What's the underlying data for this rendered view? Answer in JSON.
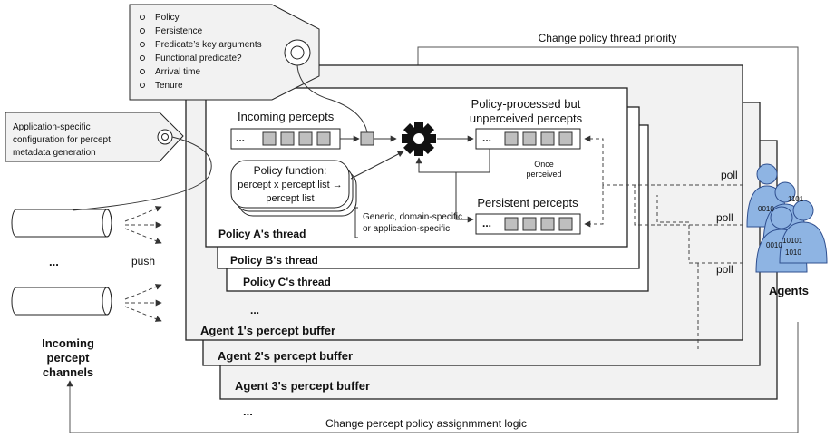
{
  "metadata_tag": {
    "items": [
      "Policy",
      "Persistence",
      "Predicate’s key arguments",
      "Functional predicate?",
      "Arrival time",
      "Tenure"
    ]
  },
  "config_tag": {
    "lines": [
      "Application-specific",
      "configuration for  percept",
      "metadata generation"
    ]
  },
  "top_arrow_label": "Change policy thread priority",
  "bottom_arrow_label": "Change percept policy assignmment logic",
  "agent_buffers": [
    "Agent 1's percept buffer",
    "Agent 2's percept buffer",
    "Agent 3's percept buffer"
  ],
  "policy_threads": [
    "Policy A's thread",
    "Policy B's thread",
    "Policy C's thread"
  ],
  "ellipsis": "...",
  "incoming_percepts_label": "Incoming percepts",
  "policy_function": {
    "lines": [
      "Policy function:",
      "percept x percept list →",
      "percept list"
    ]
  },
  "function_note": [
    "Generic, domain-specific",
    "or application-specific"
  ],
  "processed_label": [
    "Policy-processed but",
    "unperceived percepts"
  ],
  "once_perceived": [
    "Once",
    "perceived"
  ],
  "persistent_label": "Persistent percepts",
  "push_label": "push",
  "channels_label": [
    "Incoming",
    "percept",
    "channels"
  ],
  "poll_label": "poll",
  "agents_label": "Agents",
  "binary": [
    "0010",
    "1101",
    "0010",
    "10101",
    "1010"
  ],
  "colors": {
    "buffer_fill": "#f2f2f2",
    "cell_fill": "#bfbfbf",
    "agent_fill": "#8eb4e3",
    "agent_dark": "#2f4f8f"
  }
}
